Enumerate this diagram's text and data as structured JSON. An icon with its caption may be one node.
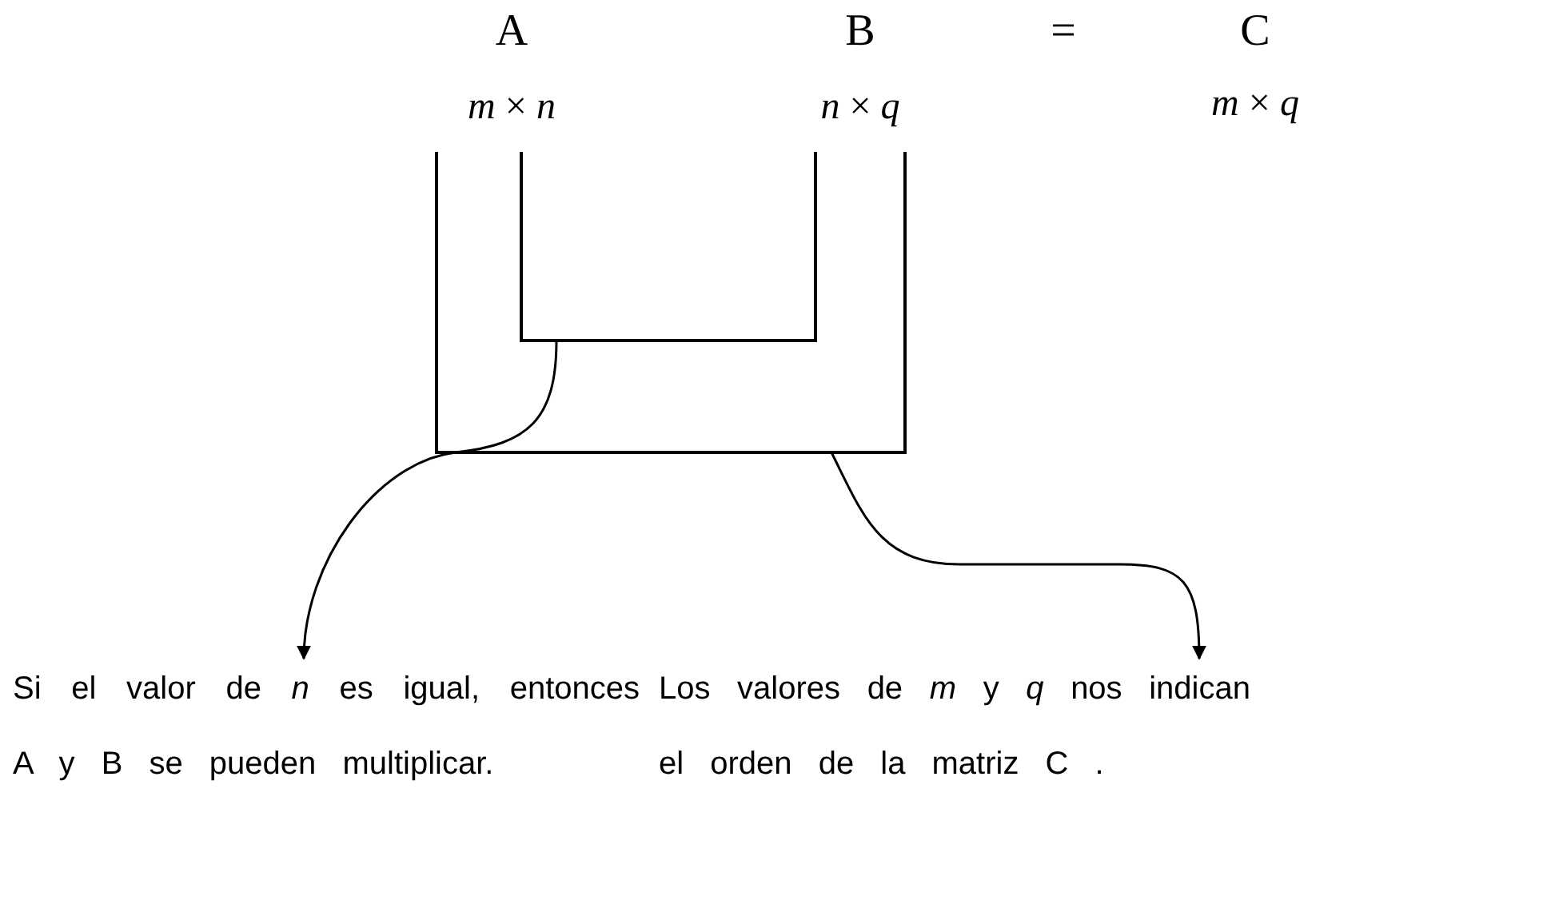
{
  "diagram": {
    "nodes": [
      {
        "text": [
          "*m* × *n*"
        ]
      },
      {
        "text": [
          "*n* × *q*"
        ]
      },
      {
        "text": [
          "Si el valor de *n* es igual, entonces A y B se pueden multiplicar."
        ]
      },
      {
        "text": [
          "Los valores de *m* y *q* nos indican el orden de la matriz C ."
        ]
      }
    ],
    "edges": [
      {
        "from": 0,
        "to": 1,
        "arrow": "none"
      },
      {
        "from": 0,
        "to": 1,
        "arrow": "none"
      },
      {
        "from": null,
        "to": 2,
        "arrow": "to"
      },
      {
        "from": null,
        "to": 3,
        "arrow": "to"
      }
    ],
    "labels": [
      "A",
      "B",
      "=",
      "C",
      "*m* × *q*"
    ]
  }
}
